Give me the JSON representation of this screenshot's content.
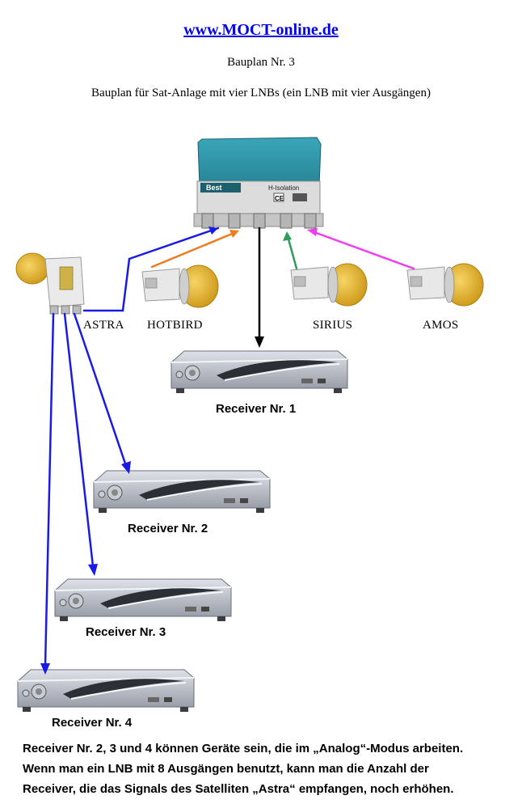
{
  "header": {
    "site_link": "www.MOCT-online.de",
    "plan_number": "Bauplan Nr. 3",
    "plan_description": "Bauplan für Sat-Anlage mit vier LNBs (ein LNB mit vier Ausgängen)"
  },
  "switch": {
    "brand": "Best",
    "subtitle": "H-Isolation"
  },
  "lnbs": [
    {
      "label": "ASTRA"
    },
    {
      "label": "HOTBIRD"
    },
    {
      "label": "SIRIUS"
    },
    {
      "label": "AMOS"
    }
  ],
  "receivers": [
    {
      "label": "Receiver Nr. 1"
    },
    {
      "label": "Receiver Nr. 2"
    },
    {
      "label": "Receiver Nr. 3"
    },
    {
      "label": "Receiver Nr. 4"
    }
  ],
  "colors": {
    "astra": "#1a1ae6",
    "hotbird": "#f07a1e",
    "sirius": "#2f9e5a",
    "amos": "#f03cf0",
    "receiver_line": "#000000",
    "switch_body": "#2b8fa3",
    "lnb_cap": "#e6b83a"
  },
  "footer": {
    "line1": "Receiver Nr. 2, 3 und 4 können Geräte sein, die im „Analog“-Modus arbeiten.",
    "line2": "Wenn man ein LNB mit 8 Ausgängen benutzt, kann man die Anzahl der",
    "line3": "Receiver, die das Signals des Satelliten „Astra“ empfangen, noch erhöhen."
  }
}
